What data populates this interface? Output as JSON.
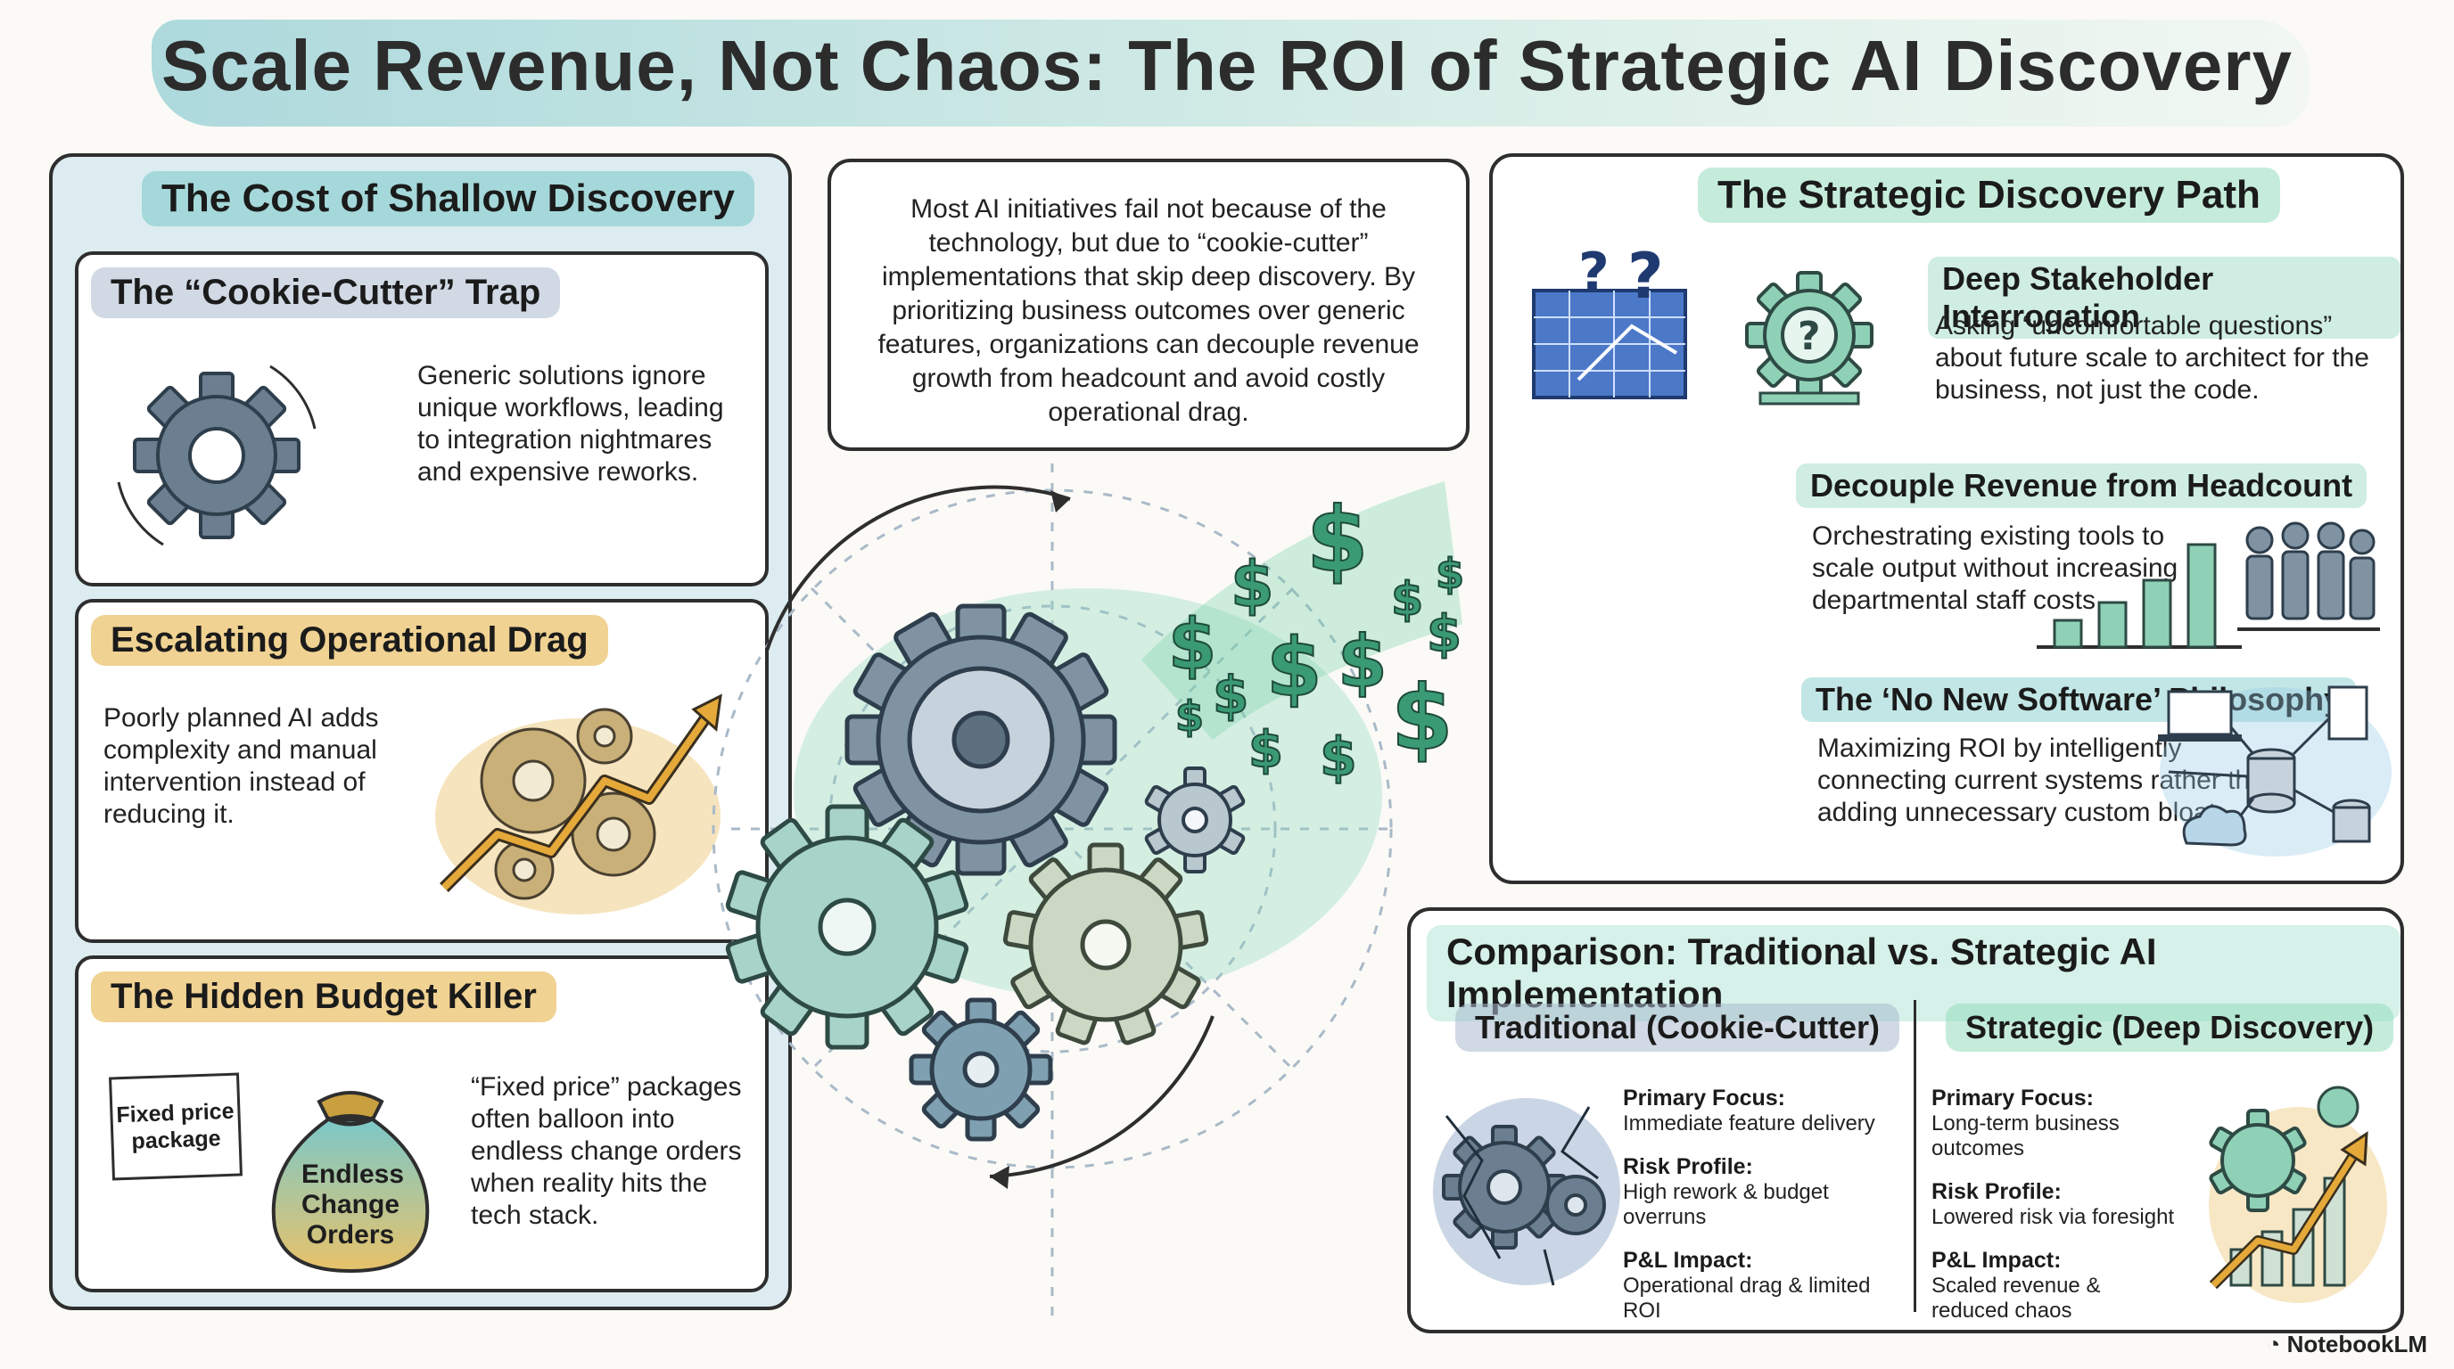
{
  "title": "Scale Revenue, Not Chaos: The ROI of Strategic AI Discovery",
  "left_panel": {
    "heading": "The Cost of Shallow Discovery",
    "cards": [
      {
        "heading": "The “Cookie-Cutter” Trap",
        "body": "Generic solutions ignore unique workflows, leading to integration nightmares and expensive reworks."
      },
      {
        "heading": "Escalating Operational Drag",
        "body": "Poorly planned AI adds complexity and manual intervention instead of reducing it."
      },
      {
        "heading": "The Hidden Budget Killer",
        "body": "“Fixed price” packages often balloon into endless change orders when reality hits the tech stack.",
        "note_label": "Fixed price package",
        "bag_label": "Endless Change Orders"
      }
    ]
  },
  "center_text": "Most AI initiatives fail not because of the technology, but due to “cookie-cutter” implementations that skip deep discovery. By prioritizing business outcomes over generic features, organizations can decouple revenue growth from headcount and avoid costly operational drag.",
  "right_panel": {
    "heading": "The Strategic Discovery Path",
    "items": [
      {
        "heading": "Deep Stakeholder Interrogation",
        "body": "Asking “uncomfortable questions” about future scale to architect for the business, not just the code."
      },
      {
        "heading": "Decouple Revenue from Headcount",
        "body": "Orchestrating existing tools to scale output without increasing departmental staff costs"
      },
      {
        "heading": "The ‘No New Software’ Philosophy",
        "body": "Maximizing ROI by intelligently connecting current systems rather than adding unnecessary custom bloat."
      }
    ]
  },
  "comparison": {
    "heading": "Comparison: Traditional vs. Strategic AI Implementation",
    "traditional": {
      "heading": "Traditional (Cookie-Cutter)",
      "rows": [
        {
          "label": "Primary Focus:",
          "value": "Immediate feature delivery"
        },
        {
          "label": "Risk Profile:",
          "value": "High rework & budget overruns"
        },
        {
          "label": "P&L Impact:",
          "value": "Operational drag & limited ROI"
        }
      ]
    },
    "strategic": {
      "heading": "Strategic (Deep Discovery)",
      "rows": [
        {
          "label": "Primary Focus:",
          "value": "Long-term business outcomes"
        },
        {
          "label": "Risk Profile:",
          "value": "Lowered risk via foresight"
        },
        {
          "label": "P&L Impact:",
          "value": "Scaled revenue & reduced chaos"
        }
      ]
    }
  },
  "branding": "NotebookLM",
  "colors": {
    "teal": "#7cc8c8",
    "mint": "#96dcbe",
    "gold": "#ebc36e",
    "steel": "#5d7080",
    "money": "#3a9a74"
  }
}
